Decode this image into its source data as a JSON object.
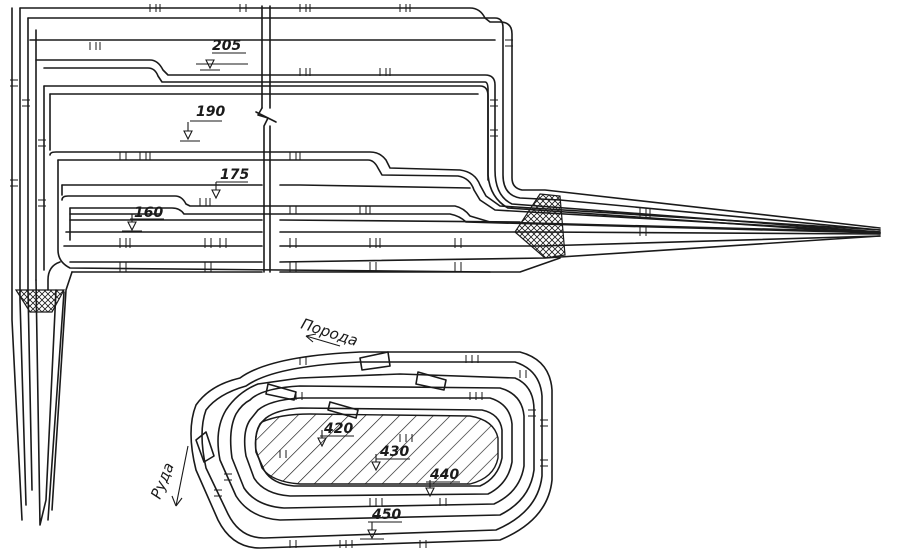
{
  "figure": {
    "levels_upper": [
      "205",
      "190",
      "175",
      "160"
    ],
    "levels_lower": [
      "420",
      "430",
      "440",
      "450"
    ],
    "label_poroda": "Порода",
    "label_ruda": "Руда"
  }
}
